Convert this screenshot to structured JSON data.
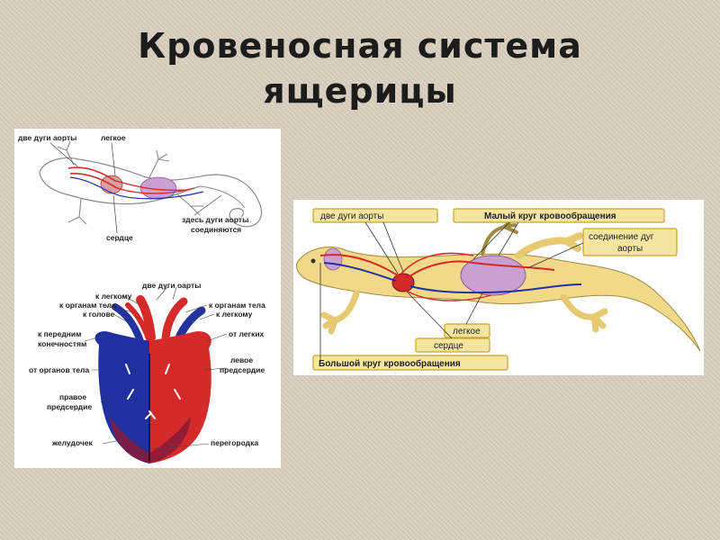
{
  "title": {
    "line1": "Кровеносная система",
    "line2": "ящерицы"
  },
  "left_panel": {
    "lizard_labels": {
      "two_aortic_arches": "две дуги аорты",
      "lung": "легкое",
      "heart": "сердце",
      "arches_join": "здесь дуги аорты",
      "arches_join_2": "соединяются"
    },
    "heart_labels": {
      "two_aortic_arches": "две дуги оарты",
      "to_lung_left": "к легкому",
      "to_body_organs_left": "к органам тела",
      "to_head": "к голове",
      "to_forelimbs_1": "к передним",
      "to_forelimbs_2": "конечностям",
      "from_body_organs": "от органов тела",
      "right_atrium_1": "правое",
      "right_atrium_2": "предсердие",
      "ventricle": "желудочек",
      "to_body_organs_right": "к органам тела",
      "to_lung_right": "к легкому",
      "from_lungs": "от легких",
      "left_atrium_1": "левое",
      "left_atrium_2": "предсердие",
      "septum": "перегородка"
    }
  },
  "right_panel": {
    "labels": {
      "two_aortic_arches": "две дуги аорты",
      "pulmonary_circuit": "Малый круг кровообращения",
      "arch_junction_1": "соединение дуг",
      "arch_junction_2": "аорты",
      "lung": "легкое",
      "heart": "сердце",
      "systemic_circuit": "Большой круг кровообращения"
    }
  },
  "colors": {
    "arterial": "#d42a2a",
    "venous": "#2233a0",
    "label_box": "#f4e6a0",
    "label_border": "#c9a227",
    "lizard_body": "#f2d98a"
  }
}
